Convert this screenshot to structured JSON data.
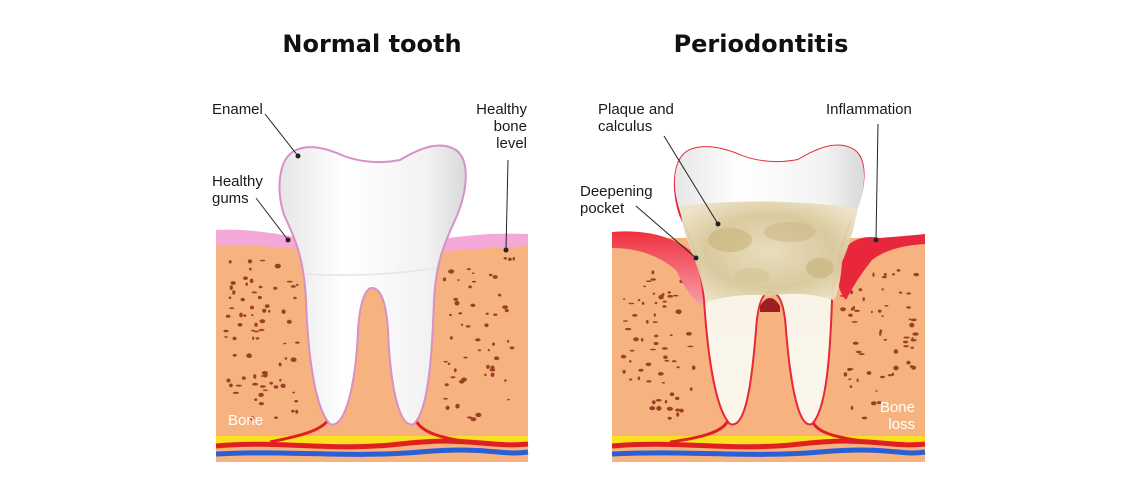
{
  "titles": {
    "left": "Normal tooth",
    "right": "Periodontitis"
  },
  "left_labels": {
    "enamel": "Enamel",
    "healthy_gums_1": "Healthy",
    "healthy_gums_2": "gums",
    "healthy_bone_1": "Healthy",
    "healthy_bone_2": "bone",
    "healthy_bone_3": "level",
    "bone": "Bone"
  },
  "right_labels": {
    "plaque_1": "Plaque and",
    "plaque_2": "calculus",
    "inflammation": "Inflammation",
    "pocket_1": "Deepening",
    "pocket_2": "pocket",
    "bone_loss_1": "Bone",
    "bone_loss_2": "loss"
  },
  "colors": {
    "bone": "#f6b27f",
    "bone_spots": "#9c3f26",
    "gum_healthy": "#f3a8d8",
    "gum_inflamed": "#e8283a",
    "tooth": "#f7f7f7",
    "plaque": "#d8c79a",
    "nerve_yellow": "#ffe020",
    "vessel_red": "#e02020",
    "vessel_blue": "#2a5fd8"
  }
}
